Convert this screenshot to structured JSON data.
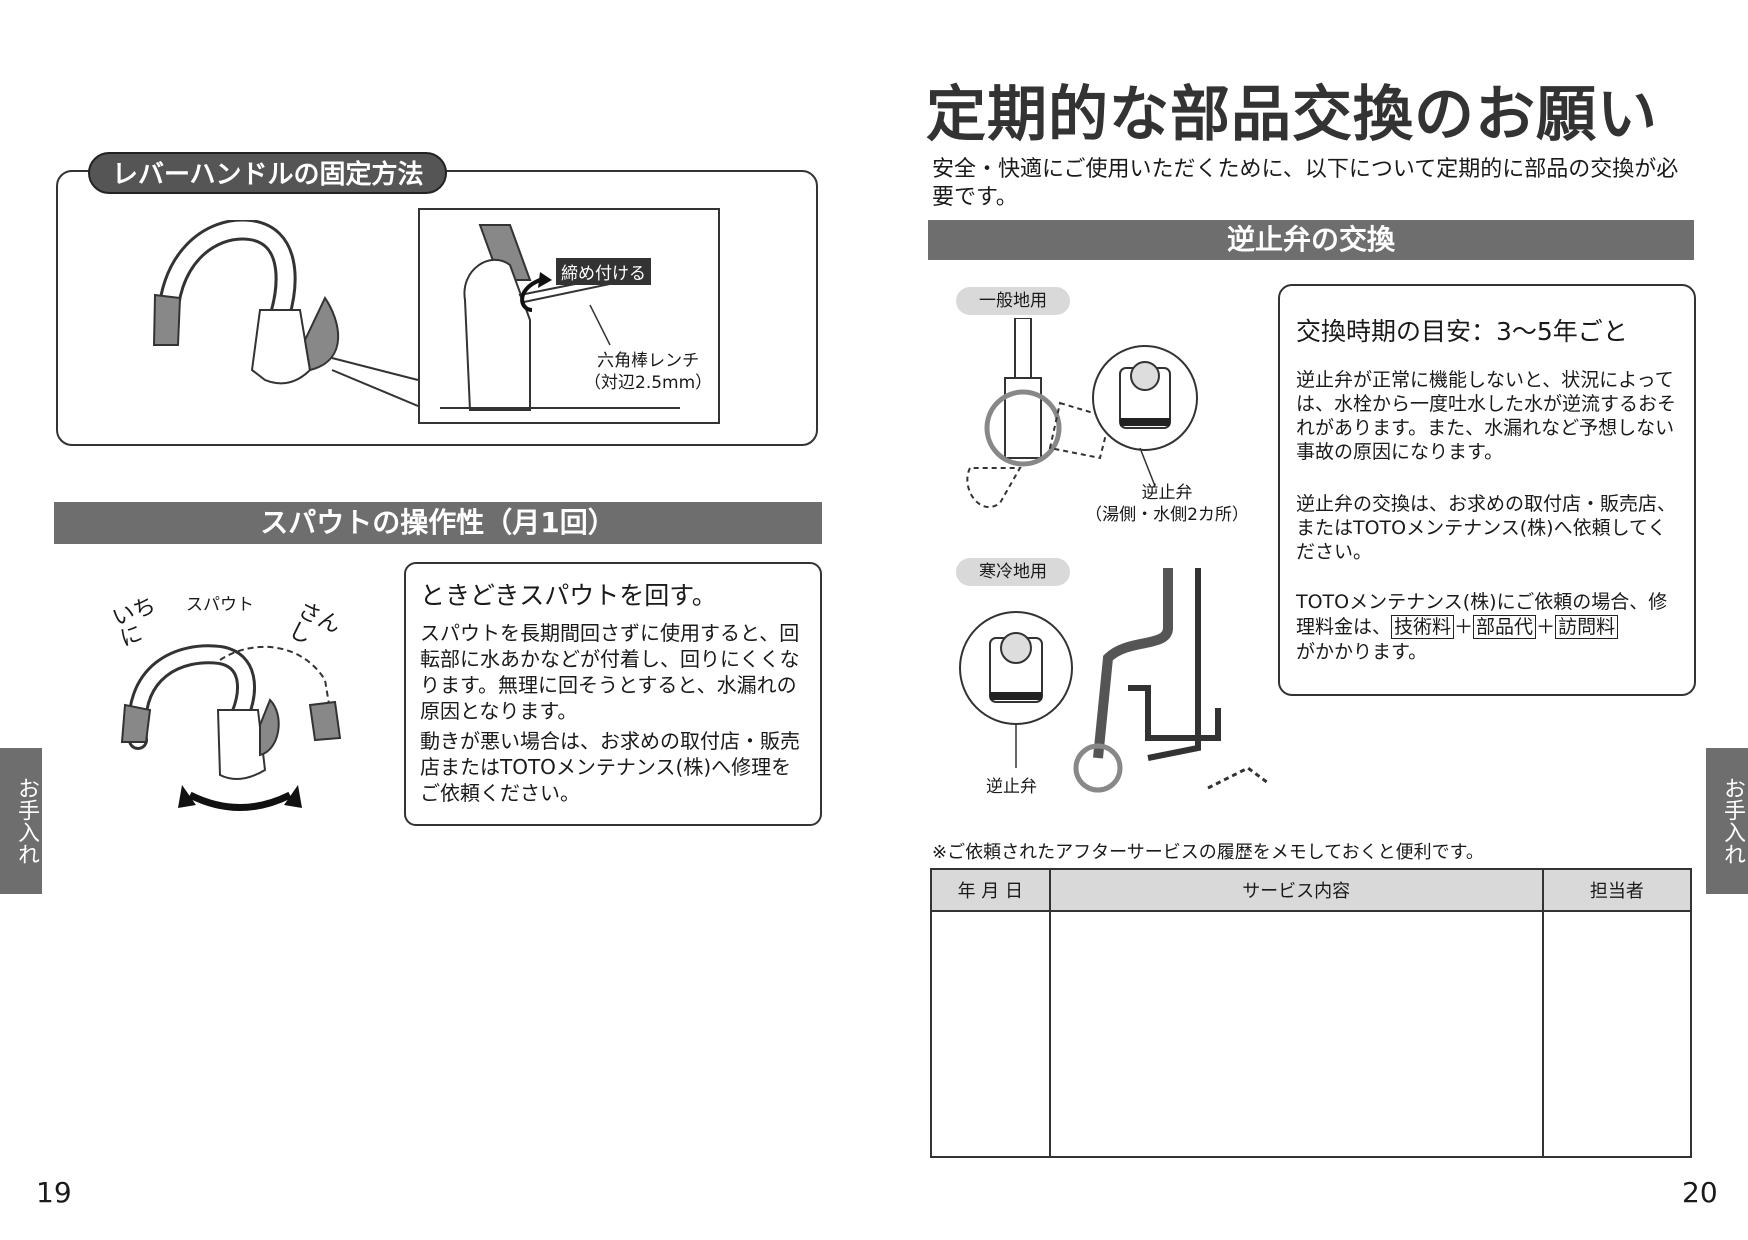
{
  "left_page": {
    "lever_section": {
      "title": "レバーハンドルの固定方法",
      "tighten_label": "締め付ける",
      "wrench_label": "六角棒レンチ",
      "wrench_size": "（対辺2.5mm）"
    },
    "spout_section": {
      "title": "スパウトの操作性（月1回）",
      "spout_label": "スパウト",
      "left_label": "いちに",
      "right_label": "さんし",
      "box_heading": "ときどきスパウトを回す。",
      "para1": "スパウトを長期間回さずに使用すると、回転部に水あかなどが付着し、回りにくくなります。無理に回そうとすると、水漏れの原因となります。",
      "para2": "動きが悪い場合は、お求めの取付店・販売店またはTOTOメンテナンス(株)へ修理をご依頼ください。"
    },
    "side_tab": "お手入れ",
    "page_number": "19"
  },
  "right_page": {
    "title": "定期的な部品交換のお願い",
    "intro": "安全・快適にご使用いただくために、以下について定期的に部品の交換が必要です。",
    "bar_title": "逆止弁の交換",
    "tag_general": "一般地用",
    "tag_cold": "寒冷地用",
    "valve_label1": "逆止弁",
    "valve_label1_sub": "（湯側・水側2カ所）",
    "valve_label2": "逆止弁",
    "info_box": {
      "heading": "交換時期の目安：3〜5年ごと",
      "para1": "逆止弁が正常に機能しないと、状況によっては、水栓から一度吐水した水が逆流するおそれがあります。また、水漏れなど予想しない事故の原因になります。",
      "para2": "逆止弁の交換は、お求めの取付店・販売店、またはTOTOメンテナンス(株)へ依頼してください。",
      "para3_prefix": "TOTOメンテナンス(株)にご依頼の場合、修理料金は、",
      "fee1": "技術料",
      "plus": "＋",
      "fee2": "部品代",
      "fee3": "訪問料",
      "para3_suffix": "がかかります。"
    },
    "memo_note": "※ご依頼されたアフターサービスの履歴をメモしておくと便利です。",
    "table_headers": [
      "年 月 日",
      "サービス内容",
      "担当者"
    ],
    "side_tab": "お手入れ",
    "page_number": "20"
  }
}
